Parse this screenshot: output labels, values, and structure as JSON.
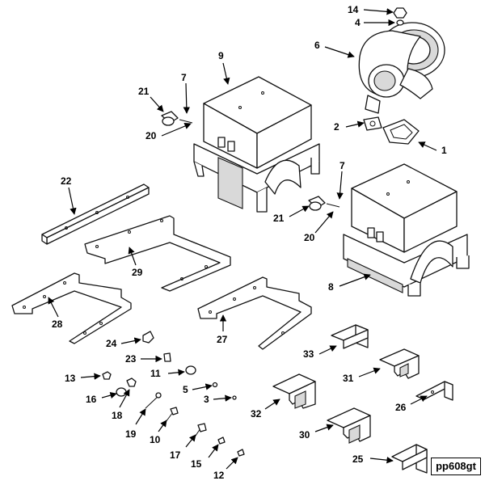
{
  "callouts": {
    "c1": "1",
    "c2": "2",
    "c3": "3",
    "c4": "4",
    "c5": "5",
    "c6": "6",
    "c7a": "7",
    "c7b": "7",
    "c8": "8",
    "c9": "9",
    "c10": "10",
    "c11": "11",
    "c12": "12",
    "c13": "13",
    "c14": "14",
    "c15": "15",
    "c16": "16",
    "c17": "17",
    "c18": "18",
    "c19": "19",
    "c20a": "20",
    "c20b": "20",
    "c21a": "21",
    "c21b": "21",
    "c22": "22",
    "c23": "23",
    "c24": "24",
    "c25": "25",
    "c26": "26",
    "c27": "27",
    "c28": "28",
    "c29": "29",
    "c30": "30",
    "c31": "31",
    "c32": "32",
    "c33": "33"
  },
  "figure_code": "pp608gt"
}
